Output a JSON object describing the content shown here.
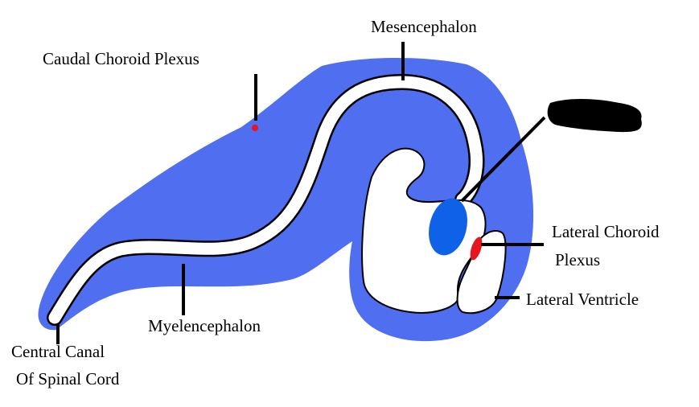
{
  "diagram": {
    "labels": {
      "mesencephalon": "Mesencephalon",
      "caudal_choroid_plexus": "Caudal Choroid Plexus",
      "lateral_choroid_plexus_line1": "Lateral Choroid",
      "lateral_choroid_plexus_line2": "Plexus",
      "lateral_ventricle": "Lateral Ventricle",
      "myelencephalon": "Myelencephalon",
      "central_canal_line1": "Central Canal",
      "central_canal_line2": "Of Spinal Cord"
    },
    "colors": {
      "brain_tissue": "#4f6ef0",
      "ventricle": "#ffffff",
      "outline": "#000000",
      "choroid_plexus": "#e8141e",
      "third_ventricle_structure": "#0f62e8",
      "redaction": "#000000"
    }
  }
}
